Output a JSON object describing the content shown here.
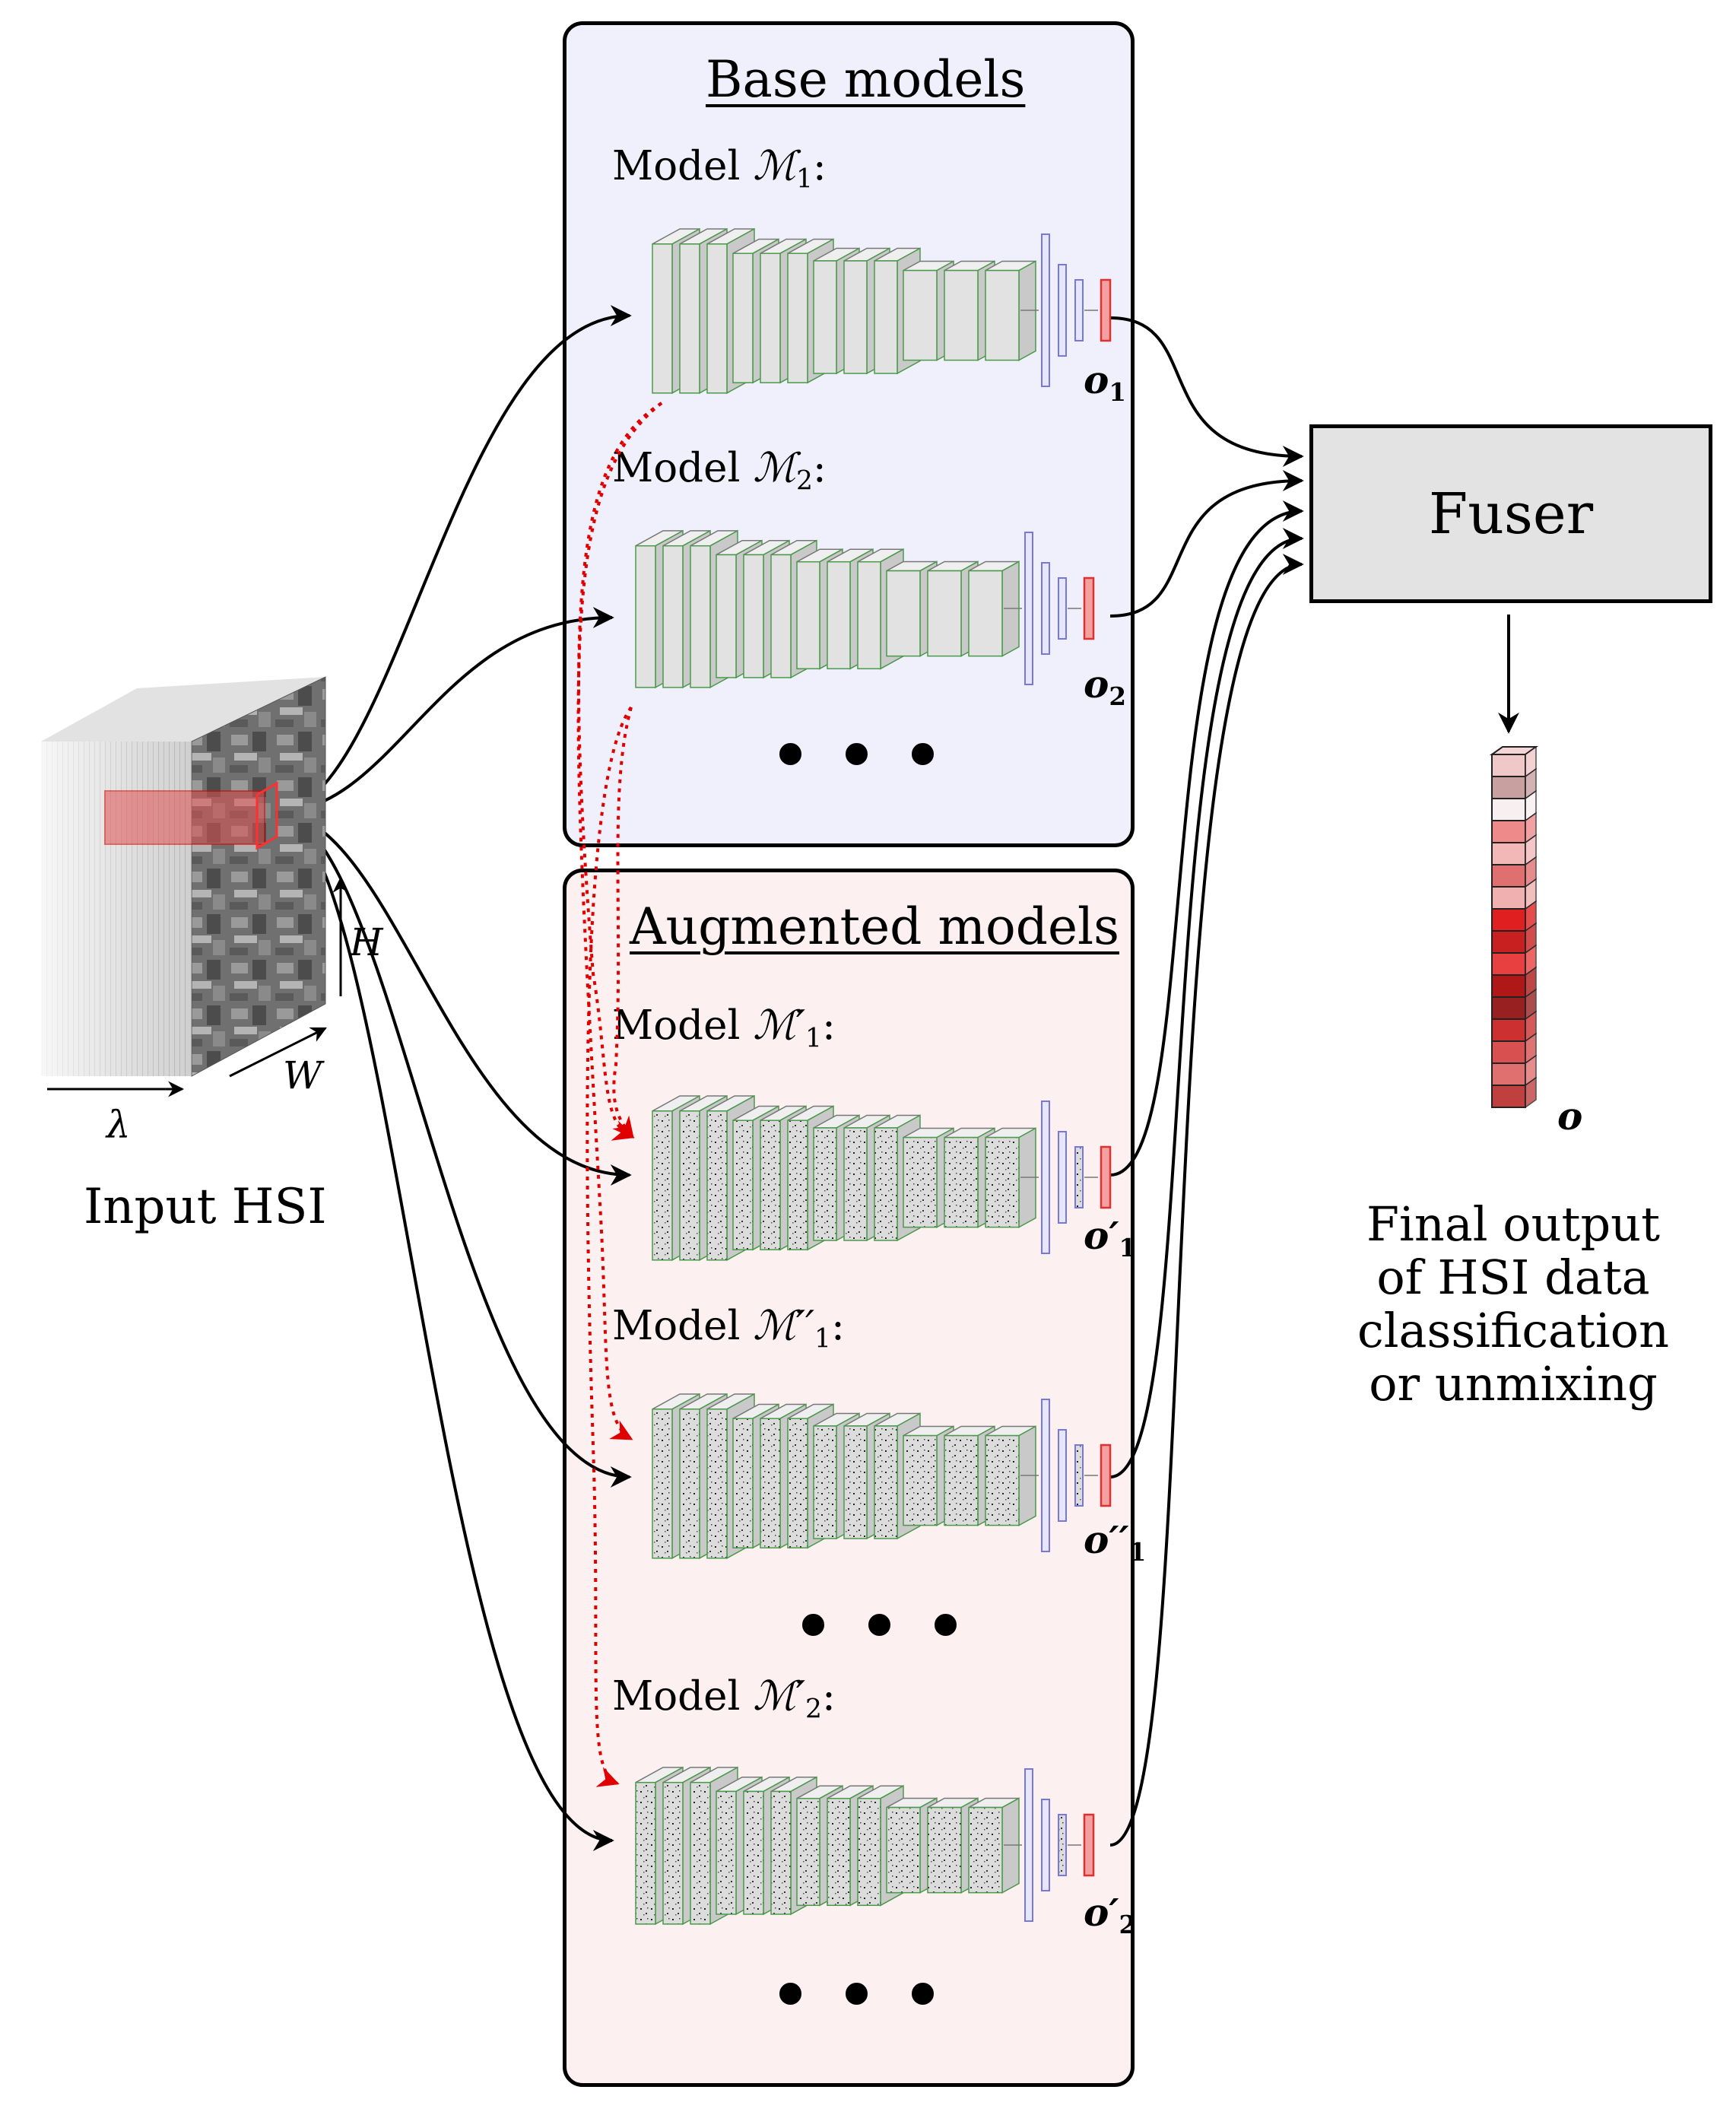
{
  "base": {
    "title": "Base models"
  },
  "augmented": {
    "title": "Augmented models"
  },
  "models": [
    {
      "prefix": "Model ",
      "symbol": "ℳ",
      "sub": "1",
      "primes": "",
      "output_sub": "1",
      "output_primes": ""
    },
    {
      "prefix": "Model ",
      "symbol": "ℳ",
      "sub": "2",
      "primes": "",
      "output_sub": "2",
      "output_primes": ""
    },
    {
      "prefix": "Model ",
      "symbol": "ℳ",
      "sub": "1",
      "primes": "′",
      "output_sub": "1",
      "output_primes": "′"
    },
    {
      "prefix": "Model ",
      "symbol": "ℳ",
      "sub": "1",
      "primes": "′′",
      "output_sub": "1",
      "output_primes": "′′"
    },
    {
      "prefix": "Model ",
      "symbol": "ℳ",
      "sub": "2",
      "primes": "′",
      "output_sub": "2",
      "output_primes": "′"
    }
  ],
  "output_symbol": "o",
  "fuser": {
    "label": "Fuser"
  },
  "input": {
    "label": "Input HSI",
    "axis_h": "H",
    "axis_w": "W",
    "axis_lambda": "λ"
  },
  "final": {
    "lines": [
      "Final output",
      "of HSI data",
      "classification",
      "or unmixing"
    ],
    "symbol": "o"
  },
  "ellipsis": "•••",
  "colors": {
    "base_panel": "#f0f0fd",
    "augmented_panel": "#fcf0f0",
    "fuser_fill": "#e3e3e3",
    "augmentation_arrow": "#e00000",
    "dense_layer": "#7777dd",
    "output_layer": "#e03030",
    "conv_edge": "#4a9a4a"
  }
}
